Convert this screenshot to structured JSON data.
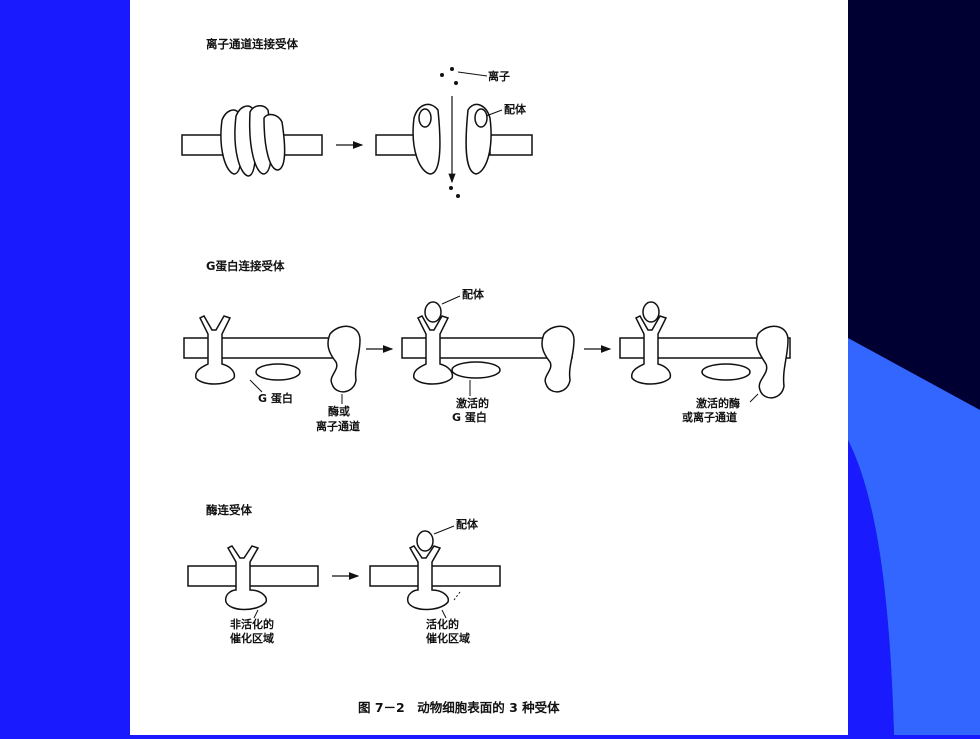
{
  "sections": {
    "ion_channel": {
      "title": "离子通道连接受体",
      "label_ion": "离子",
      "label_ligand": "配体"
    },
    "g_protein": {
      "title": "G蛋白连接受体",
      "label_ligand": "配体",
      "label_gprotein": "G 蛋白",
      "label_enzyme_line1": "酶或",
      "label_enzyme_line2": "离子通道",
      "label_activated_g_line1": "激活的",
      "label_activated_g_line2": "G 蛋白",
      "label_activated_enzyme_line1": "激活的酶",
      "label_activated_enzyme_line2": "或离子通道"
    },
    "enzyme_linked": {
      "title": "酶连受体",
      "label_ligand": "配体",
      "label_inactive_line1": "非活化的",
      "label_inactive_line2": "催化区域",
      "label_active_line1": "活化的",
      "label_active_line2": "催化区域"
    }
  },
  "caption": "图 7－2　动物细胞表面的 3 种受体",
  "colors": {
    "slide_blue": "#1a1aff",
    "panel_dark": "#000033",
    "panel_light_blue": "#3366ff",
    "figure_bg": "#ffffff",
    "ink": "#111111"
  }
}
